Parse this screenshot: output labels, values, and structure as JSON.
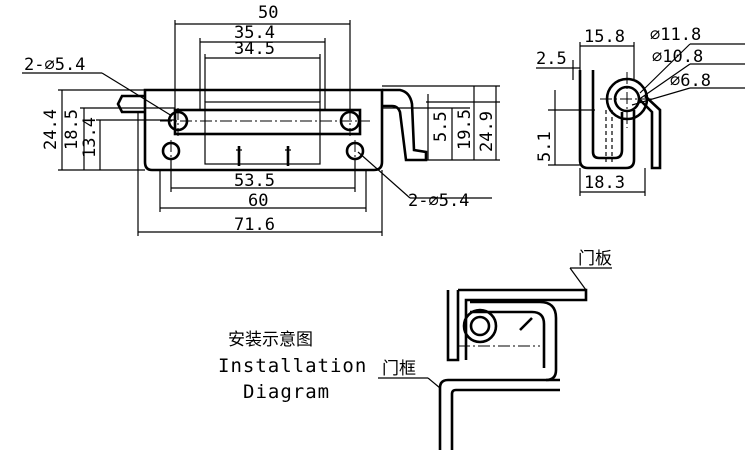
{
  "front_view": {
    "dims": {
      "w50": "50",
      "w35_4": "35.4",
      "w34_5": "34.5",
      "hole_left": "2-⌀5.4",
      "h24_4": "24.4",
      "h18_5": "18.5",
      "h13_4": "13.4",
      "h5_5": "5.5",
      "h19_5": "19.5",
      "h24_9": "24.9",
      "w53_5": "53.5",
      "hole_right": "2-⌀5.4",
      "w60": "60",
      "w71_6": "71.6"
    }
  },
  "side_view": {
    "dims": {
      "w15_8": "15.8",
      "d11_8": "⌀11.8",
      "d10_8": "⌀10.8",
      "d6_8": "⌀6.8",
      "w2_5": "2.5",
      "h5_1": "5.1",
      "w18_3": "18.3"
    }
  },
  "installation": {
    "title_zh": "安装示意图",
    "title_en_line1": "Installation",
    "title_en_line2": "Diagram",
    "door_panel": "门板",
    "door_frame": "门框"
  }
}
